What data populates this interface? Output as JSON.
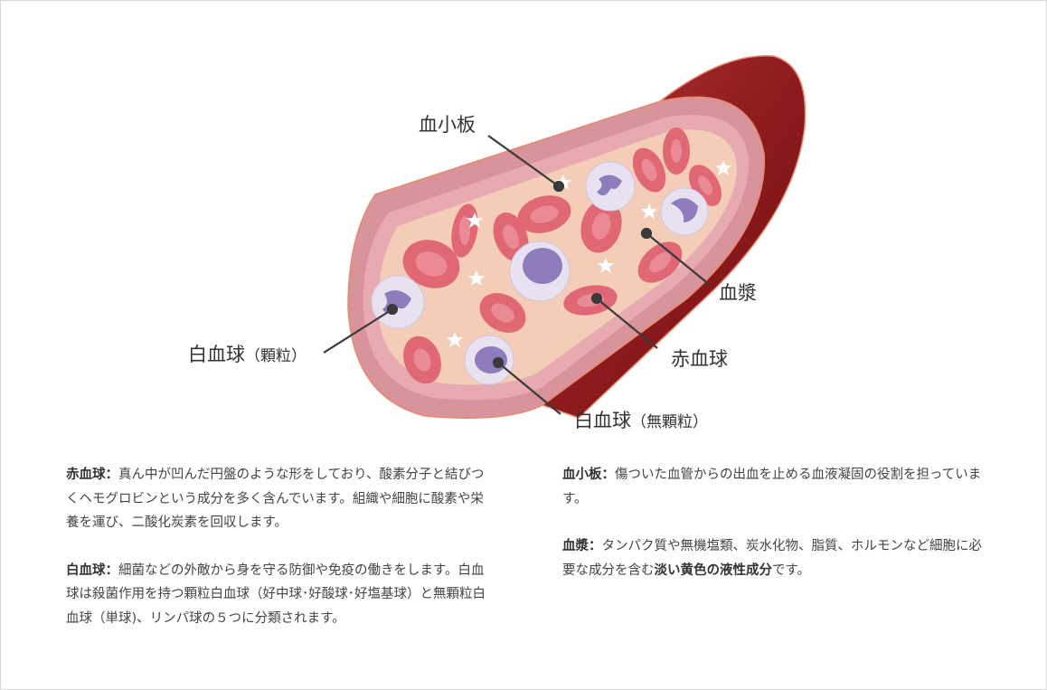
{
  "labels": {
    "platelet": "血小板",
    "plasma": "血漿",
    "rbc": "赤血球",
    "wbc_granular_main": "白血球",
    "wbc_granular_paren": "（顆粒）",
    "wbc_agranular_main": "白血球",
    "wbc_agranular_paren": "（無顆粒）"
  },
  "descriptions": {
    "rbc": {
      "term": "赤血球",
      "sep": "：",
      "text": "真ん中が凹んだ円盤のような形をしており、酸素分子と結びつくヘモグロビンという成分を多く含んでいます。組織や細胞に酸素や栄養を運び、二酸化炭素を回収します。"
    },
    "wbc": {
      "term": "白血球",
      "sep": "：",
      "text": "細菌などの外敵から身を守る防御や免疫の働きをします。白血球は殺菌作用を持つ顆粒白血球（好中球･好酸球･好塩基球）と無顆粒白血球（単球)、リンパ球の５つに分類されます。"
    },
    "platelet": {
      "term": "血小板",
      "sep": "：",
      "text": "傷ついた血管からの出血を止める血液凝固の役割を担っています。"
    },
    "plasma": {
      "term": "血漿",
      "sep": "：",
      "text_before": "タンパク質や無機塩類、炭水化物、脂質、ホルモンなど細胞に必要な成分を含む",
      "text_bold": "淡い黄色の液性成分",
      "text_after": "です。"
    }
  },
  "colors": {
    "vessel_dark": "#8e1b1e",
    "wall": "#d9939b",
    "plasma": "#f3cdb8",
    "rbc": "#e06875",
    "wbc": "#e8e2f0",
    "nucleus": "#8e7cbc"
  }
}
